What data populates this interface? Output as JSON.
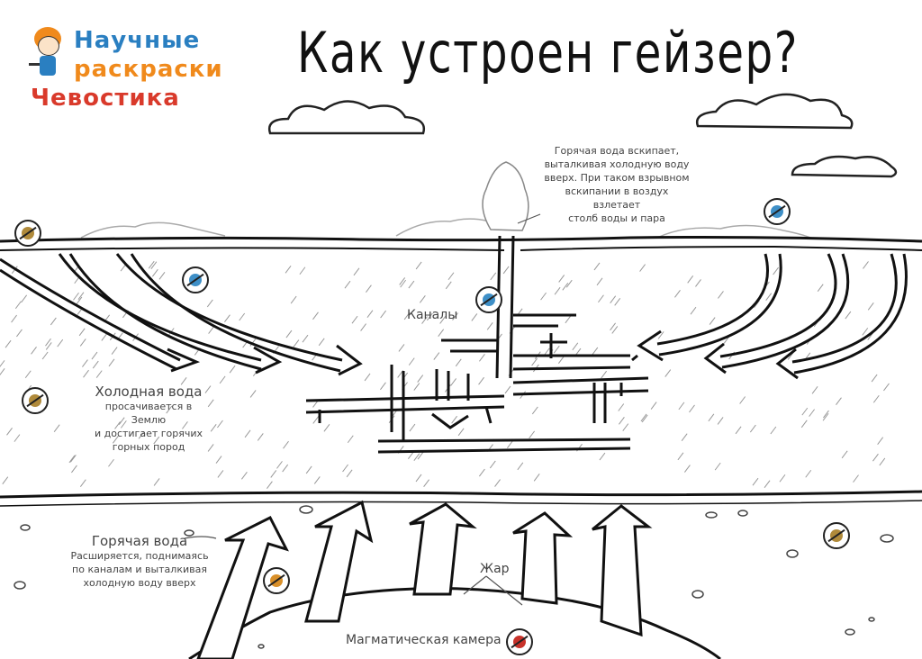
{
  "title": "Как устроен гейзер?",
  "logo": {
    "line1": "Научные",
    "line2": "раскраски",
    "line3": "Чевостика"
  },
  "labels": {
    "geyser_note_line1": "Горячая вода вскипает,",
    "geyser_note_line2": "выталкивая холодную воду",
    "geyser_note_line3": "вверх. При таком взрывном",
    "geyser_note_line4": "вскипании в воздух взлетает",
    "geyser_note_line5": "столб воды и пара",
    "channels": "Каналы",
    "cold_water_title": "Холодная вода",
    "cold_water_line1": "просачивается в Землю",
    "cold_water_line2": "и достигает горячих",
    "cold_water_line3": "горных пород",
    "hot_water_title": "Горячая вода",
    "hot_water_line1": "Расширяется, поднимаясь",
    "hot_water_line2": "по каналам и выталкивая",
    "hot_water_line3": "холодную воду вверх",
    "heat": "Жар",
    "magma_chamber": "Магматическая камера"
  },
  "colors": {
    "logo_blue": "#2a7fc1",
    "logo_orange": "#f08a1c",
    "logo_green": "#3b9a3b",
    "logo_red": "#d93a2b",
    "chip_blue": "#3e8fc7",
    "chip_brown": "#b08a3a",
    "chip_red": "#c8322a"
  }
}
